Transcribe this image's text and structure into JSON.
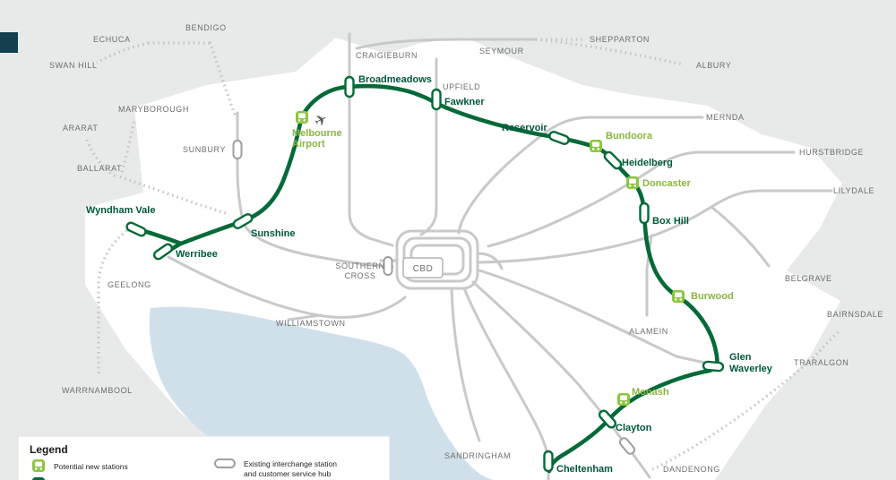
{
  "colors": {
    "srl_line_green": "#046a38",
    "new_station_green": "#8dc63f",
    "existing_line_gray": "#c8c9ca",
    "label_gray": "#6d6e71",
    "water_blue": "#cfe0ea"
  },
  "icons": {
    "plane": "✈"
  },
  "labels": {
    "bendigo": "BENDIGO",
    "echuca": "ECHUCA",
    "swan_hill": "SWAN HILL",
    "shepparton": "SHEPPARTON",
    "seymour": "SEYMOUR",
    "albury": "ALBURY",
    "craigieburn": "CRAIGIEBURN",
    "upfield": "UPFIELD",
    "mernda": "MERNDA",
    "hurstbridge": "HURSTBRIDGE",
    "maryborough": "MARYBOROUGH",
    "ararat": "ARARAT",
    "sunbury": "SUNBURY",
    "ballarat": "BALLARAT",
    "lilydale": "LILYDALE",
    "geelong": "GEELONG",
    "southern_cross_1": "SOUTHERN",
    "southern_cross_2": "CROSS",
    "cbd": "CBD",
    "williamstown": "WILLIAMSTOWN",
    "belgrave": "BELGRAVE",
    "alamein": "ALAMEIN",
    "bairnsdale": "BAIRNSDALE",
    "traralgon": "TRARALGON",
    "warrnambool": "WARRNAMBOOL",
    "sandringham": "SANDRINGHAM",
    "dandenong": "DANDENONG",
    "broadmeadows": "Broadmeadows",
    "fawkner": "Fawkner",
    "reservoir": "Reservoir",
    "heidelberg": "Heidelberg",
    "box_hill": "Box Hill",
    "wyndham_vale": "Wyndham Vale",
    "sunshine": "Sunshine",
    "werribee": "Werribee",
    "glen_waverley_1": "Glen",
    "glen_waverley_2": "Waverley",
    "clayton": "Clayton",
    "cheltenham": "Cheltenham",
    "melbourne_airport_1": "Melbourne",
    "melbourne_airport_2": "Airport",
    "bundoora": "Bundoora",
    "doncaster": "Doncaster",
    "burwood": "Burwood",
    "monash": "Monash"
  },
  "legend": {
    "title": "Legend",
    "item_new_stations": "Potential new stations",
    "item_existing_interchange_1": "Existing interchange station",
    "item_existing_interchange_2": "and customer service hub"
  }
}
